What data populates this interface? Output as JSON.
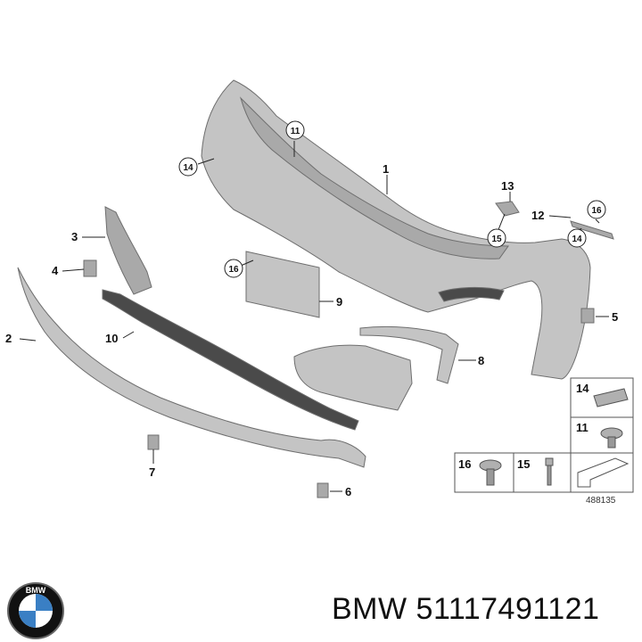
{
  "diagram": {
    "image_number": "488135",
    "callouts": [
      "1",
      "2",
      "3",
      "4",
      "5",
      "6",
      "7",
      "8",
      "9",
      "10",
      "11",
      "12",
      "13",
      "14",
      "15",
      "16"
    ],
    "legend_items": [
      {
        "number": "14",
        "part": "spring-clip"
      },
      {
        "number": "11",
        "part": "expanding-rivet"
      },
      {
        "number": "16",
        "part": "screw-grommet"
      },
      {
        "number": "15",
        "part": "screw"
      }
    ]
  },
  "footer": {
    "brand_logo_text": "BMW",
    "caption": "BMW 51117491121"
  }
}
